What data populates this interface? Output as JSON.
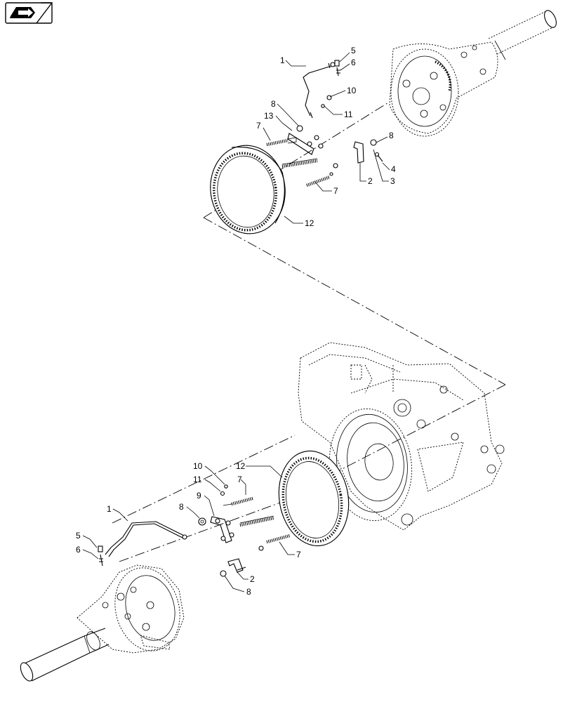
{
  "nav_icon": "next-page-icon",
  "callouts_upper": [
    "1",
    "5",
    "6",
    "10",
    "11",
    "8",
    "13",
    "7",
    "8",
    "4",
    "3",
    "2",
    "7",
    "12"
  ],
  "callouts_lower": [
    "10",
    "11",
    "12",
    "7",
    "9",
    "8",
    "1",
    "5",
    "6",
    "7",
    "2",
    "8"
  ]
}
